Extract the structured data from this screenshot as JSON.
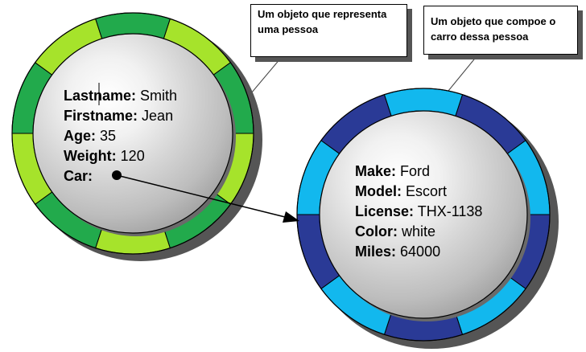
{
  "person": {
    "fields": [
      {
        "key": "Lastname:",
        "value": "Smith"
      },
      {
        "key": "Firstname:",
        "value": "Jean"
      },
      {
        "key": "Age:",
        "value": "35"
      },
      {
        "key": "Weight:",
        "value": "120"
      },
      {
        "key": "Car:",
        "value": ""
      }
    ],
    "ring_colors": [
      "#a6e32b",
      "#22aa4c"
    ],
    "callout": "Um objeto que representa uma pessoa"
  },
  "car": {
    "fields": [
      {
        "key": "Make:",
        "value": "Ford"
      },
      {
        "key": "Model:",
        "value": "Escort"
      },
      {
        "key": "License:",
        "value": "THX-1138"
      },
      {
        "key": "Color:",
        "value": "white"
      },
      {
        "key": "Miles:",
        "value": "64000"
      }
    ],
    "ring_colors": [
      "#2a3a96",
      "#12b8ee"
    ],
    "callout": "Um objeto que compoe o carro dessa pessoa"
  }
}
